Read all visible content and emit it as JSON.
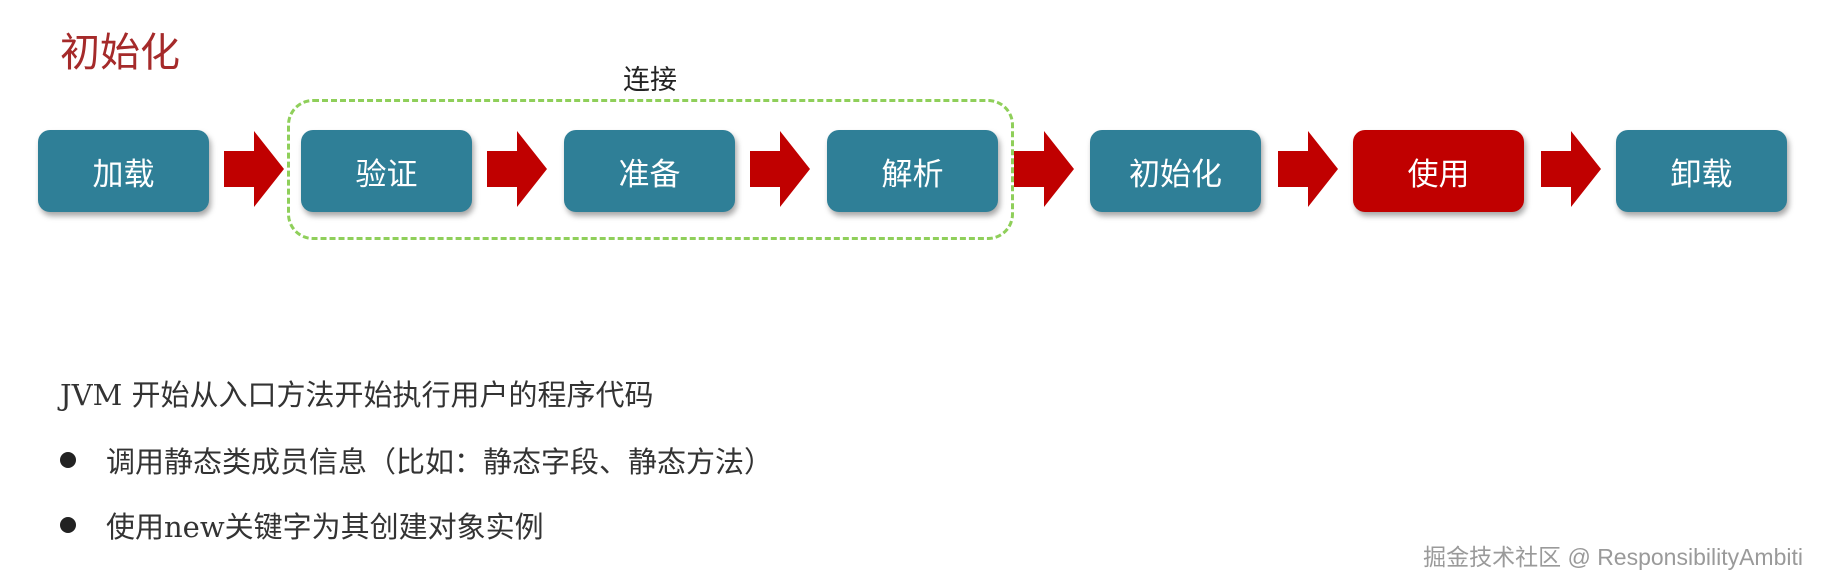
{
  "title": "初始化",
  "group_label": "连接",
  "stages": [
    {
      "label": "加载",
      "color": "#2f7f97"
    },
    {
      "label": "验证",
      "color": "#2f7f97"
    },
    {
      "label": "准备",
      "color": "#2f7f97"
    },
    {
      "label": "解析",
      "color": "#2f7f97"
    },
    {
      "label": "初始化",
      "color": "#2f7f97"
    },
    {
      "label": "使用",
      "color": "#c00000"
    },
    {
      "label": "卸载",
      "color": "#2f7f97"
    }
  ],
  "arrow_color": "#c00000",
  "group_border_color": "#8fcf5a",
  "description": "JVM 开始从入口方法开始执行用户的程序代码",
  "bullets": [
    "调用静态类成员信息（比如：静态字段、静态方法）",
    "使用new关键字为其创建对象实例"
  ],
  "watermark": "掘金技术社区 @ ResponsibilityAmbiti"
}
